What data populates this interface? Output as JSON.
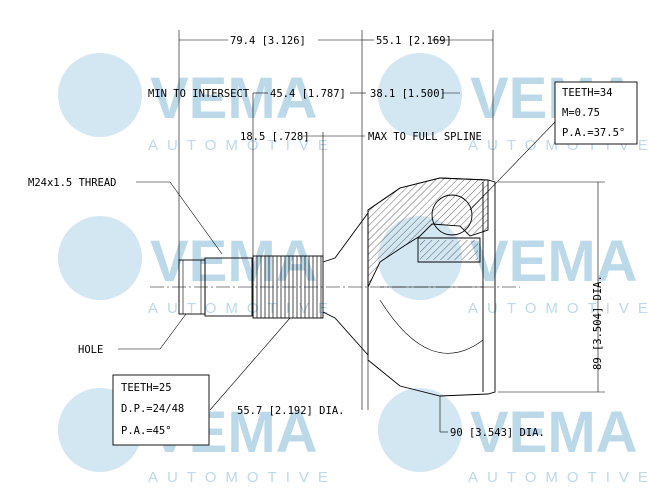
{
  "watermark": {
    "brand": "VEMA",
    "sub": "AUTOMOTIVE"
  },
  "dimensions": {
    "overall_left": "79.4 [3.126]",
    "overall_right": "55.1 [2.169]",
    "min_to_intersect_label": "MIN TO INTERSECT",
    "min_to_intersect_value": "45.4 [1.787]",
    "intersect_right": "38.1 [1.500]",
    "spline_length": "18.5 [.728]",
    "max_to_full_spline": "MAX TO FULL SPLINE",
    "spline_dia": "55.7 [2.192] DIA.",
    "bell_dia": "90 [3.543] DIA.",
    "seal_dia": "89 [3.504] DIA."
  },
  "labels": {
    "thread": "M24x1.5 THREAD",
    "hole": "HOLE"
  },
  "inner_spec": {
    "teeth": "TEETH=34",
    "module": "M=0.75",
    "pressure_angle": "P.A.=37.5°"
  },
  "outer_spec": {
    "teeth": "TEETH=25",
    "diametral_pitch": "D.P.=24/48",
    "pressure_angle": "P.A.=45°"
  }
}
